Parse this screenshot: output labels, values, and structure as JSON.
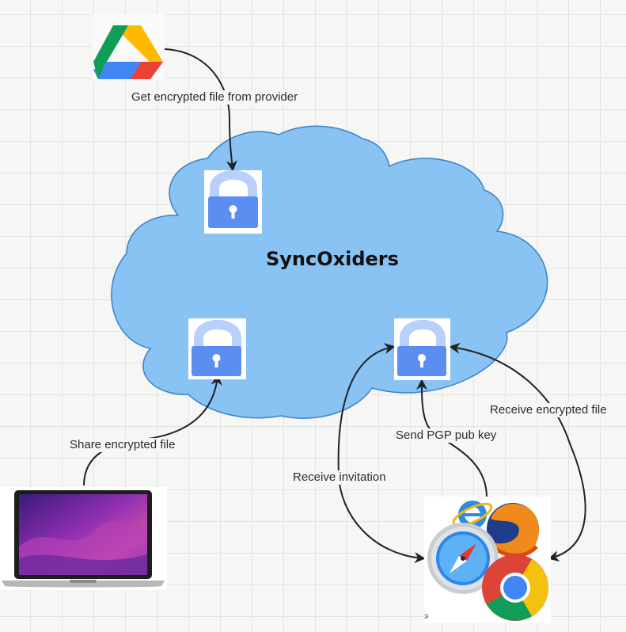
{
  "diagram": {
    "title": "SyncOxiders",
    "edges": [
      {
        "id": "provider-to-cloud",
        "label": "Get encrypted file from provider"
      },
      {
        "id": "laptop-to-cloud",
        "label": "Share encrypted file"
      },
      {
        "id": "cloud-to-browser-invite",
        "label": "Receive invitation"
      },
      {
        "id": "browser-to-cloud-pgp",
        "label": "Send PGP pub key"
      },
      {
        "id": "cloud-to-browser-file",
        "label": "Receive encrypted file"
      }
    ],
    "nodes": {
      "provider": "google-drive-icon",
      "client": "laptop-icon",
      "browsers": [
        "internet-explorer-icon",
        "firefox-icon",
        "safari-icon",
        "chrome-icon"
      ],
      "locks": [
        "lock-icon",
        "lock-icon",
        "lock-icon"
      ]
    },
    "footnote": "э"
  },
  "colors": {
    "cloud_fill": "#88c3f3",
    "cloud_stroke": "#3d80c9",
    "lock_fill": "#5b8ef0",
    "lock_shackle": "#b9d0fb",
    "arrow": "#222222"
  }
}
